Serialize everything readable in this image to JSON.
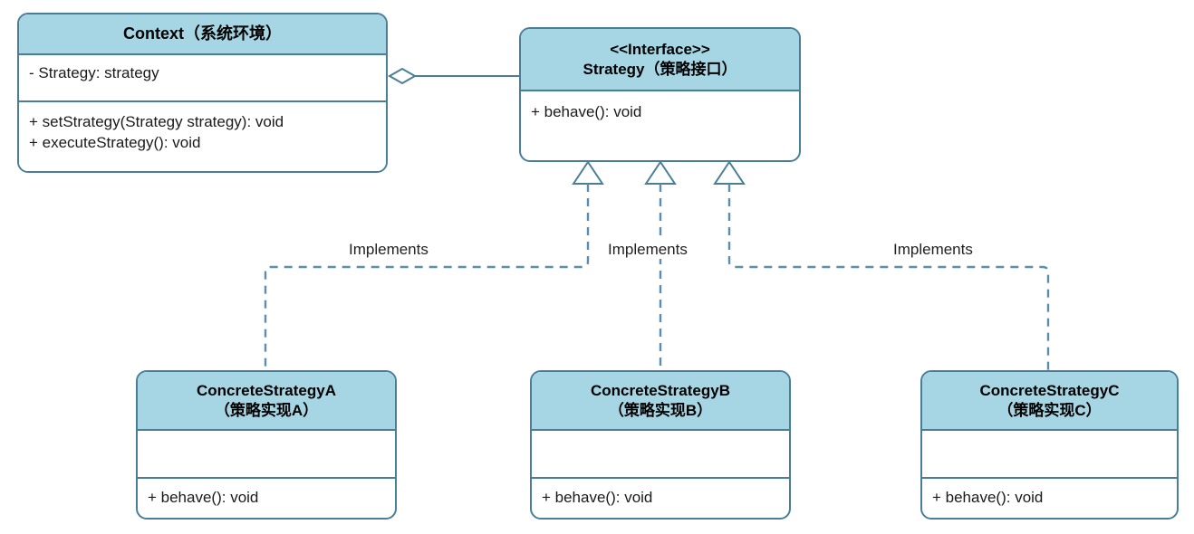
{
  "diagram": {
    "type": "uml-class-diagram",
    "pattern": "Strategy",
    "background": "#ffffff",
    "colors": {
      "header_fill": "#a6d6e4",
      "border": "#4a7e96",
      "body_fill": "#ffffff",
      "connector": "#5b8ead",
      "text": "#1a1a1a"
    }
  },
  "classes": {
    "context": {
      "name": "Context（系统环境）",
      "attributes": "- Strategy: strategy",
      "operations": "+ setStrategy(Strategy strategy): void\n+ executeStrategy(): void"
    },
    "strategy": {
      "stereotype": "<<Interface>>",
      "name": "Strategy（策略接口）",
      "operations": "+ behave(): void"
    },
    "concrete_a": {
      "name_line1": "ConcreteStrategyA",
      "name_line2": "（策略实现A）",
      "attributes": "",
      "operations": "+ behave(): void"
    },
    "concrete_b": {
      "name_line1": "ConcreteStrategyB",
      "name_line2": "（策略实现B）",
      "attributes": "",
      "operations": "+ behave(): void"
    },
    "concrete_c": {
      "name_line1": "ConcreteStrategyC",
      "name_line2": "（策略实现C）",
      "attributes": "",
      "operations": "+ behave(): void"
    }
  },
  "relationships": {
    "aggregation": {
      "from": "Context（系统环境）",
      "to": "Strategy（策略接口）",
      "label": "",
      "marker": "hollow-diamond"
    },
    "implements": [
      {
        "label": "Implements",
        "from": "ConcreteStrategyA（策略实现A）",
        "to": "Strategy（策略接口）",
        "marker": "hollow-triangle",
        "line": "dashed"
      },
      {
        "label": "Implements",
        "from": "ConcreteStrategyB（策略实现B）",
        "to": "Strategy（策略接口）",
        "marker": "hollow-triangle",
        "line": "dashed"
      },
      {
        "label": "Implements",
        "from": "ConcreteStrategyC（策略实现C）",
        "to": "Strategy（策略接口）",
        "marker": "hollow-triangle",
        "line": "dashed"
      }
    ]
  }
}
